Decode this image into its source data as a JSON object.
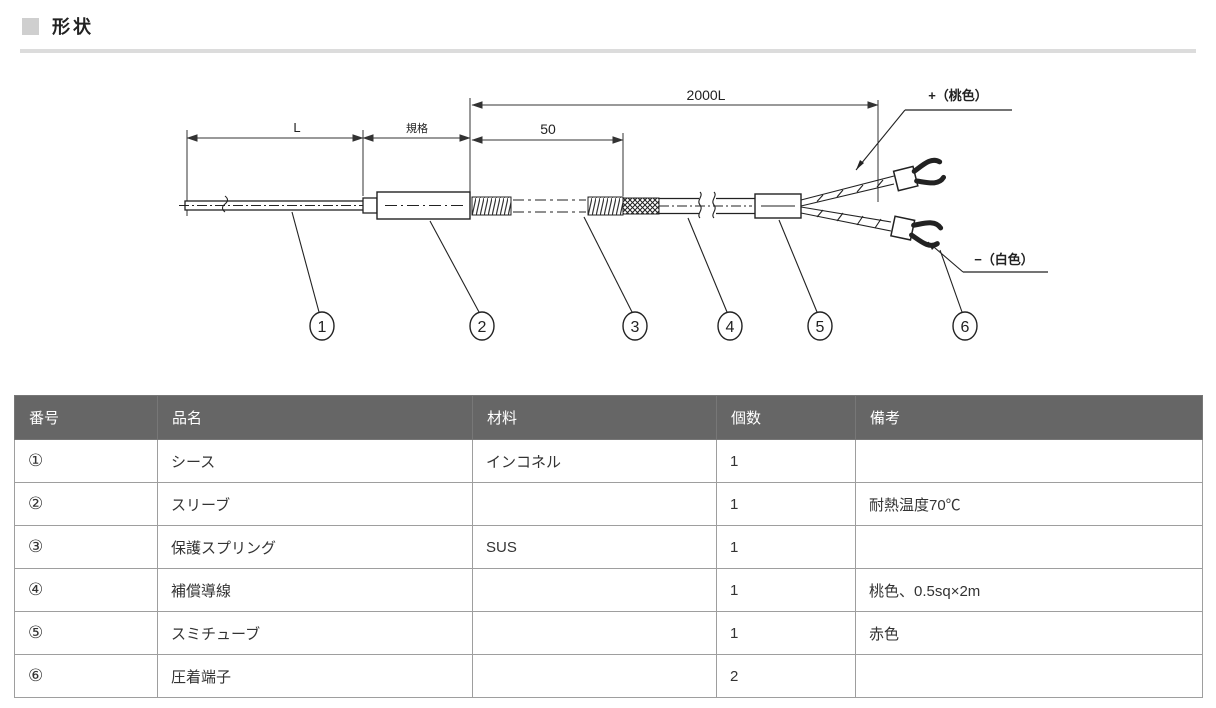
{
  "page": {
    "title": "形状"
  },
  "diagram": {
    "dim_L_label": "L",
    "dim_sleeve_label": "規格",
    "dim_50_label": "50",
    "dim_2000_label": "2000L",
    "plus_lead_label": "+（桃色）",
    "minus_lead_label": "−（白色）",
    "callouts": [
      "1",
      "2",
      "3",
      "4",
      "5",
      "6"
    ]
  },
  "table": {
    "headers": [
      "番号",
      "品名",
      "材料",
      "個数",
      "備考"
    ],
    "rows": [
      [
        "①",
        "シース",
        "インコネル",
        "1",
        ""
      ],
      [
        "②",
        "スリーブ",
        "",
        "1",
        "耐熱温度70℃"
      ],
      [
        "③",
        "保護スプリング",
        "SUS",
        "1",
        ""
      ],
      [
        "④",
        "補償導線",
        "",
        "1",
        "桃色、0.5sq×2m"
      ],
      [
        "⑤",
        "スミチューブ",
        "",
        "1",
        "赤色"
      ],
      [
        "⑥",
        "圧着端子",
        "",
        "2",
        ""
      ]
    ]
  },
  "colors": {
    "table_header_bg": "#666666",
    "table_border": "#9e9e9e",
    "rule": "#dcdcdc",
    "ink": "#222222",
    "marker_square": "#cfcfcf"
  }
}
